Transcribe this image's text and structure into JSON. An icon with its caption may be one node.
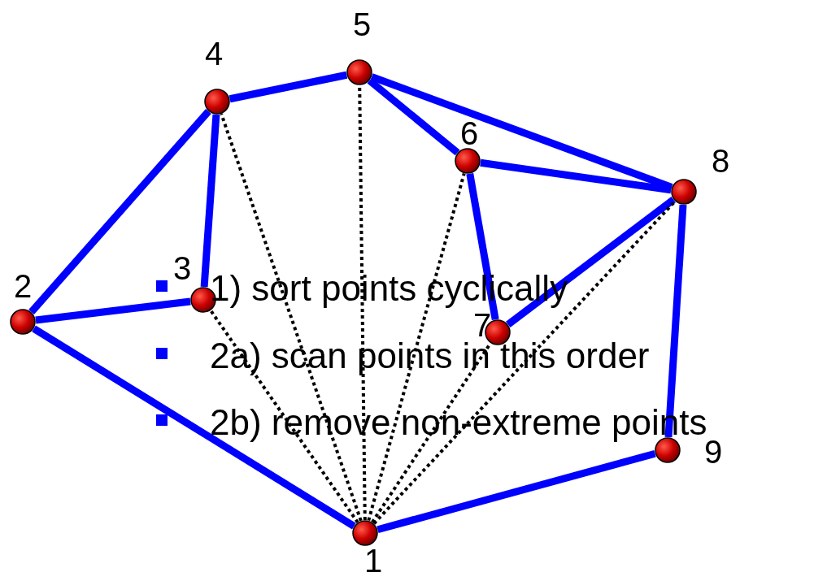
{
  "diagram": {
    "nodes": [
      {
        "text": [],
        "shape": "circle",
        "beside": [
          "1"
        ]
      },
      {
        "text": [],
        "shape": "circle",
        "beside": [
          "2"
        ]
      },
      {
        "text": [],
        "shape": "circle",
        "beside": [
          "3"
        ]
      },
      {
        "text": [],
        "shape": "circle",
        "beside": [
          "4"
        ]
      },
      {
        "text": [],
        "shape": "circle",
        "beside": [
          "5"
        ]
      },
      {
        "text": [],
        "shape": "circle",
        "beside": [
          "6"
        ]
      },
      {
        "text": [],
        "shape": "circle",
        "beside": [
          "7"
        ]
      },
      {
        "text": [],
        "shape": "circle",
        "beside": [
          "8"
        ]
      },
      {
        "text": [],
        "shape": "circle",
        "beside": [
          "9"
        ]
      }
    ],
    "edges": [
      {
        "from": 0,
        "to": 1,
        "arrow": "none"
      },
      {
        "from": 1,
        "to": 2,
        "arrow": "none"
      },
      {
        "from": 1,
        "to": 3,
        "arrow": "none"
      },
      {
        "from": 2,
        "to": 3,
        "arrow": "none"
      },
      {
        "from": 3,
        "to": 4,
        "arrow": "none"
      },
      {
        "from": 4,
        "to": 5,
        "arrow": "none"
      },
      {
        "from": 4,
        "to": 7,
        "arrow": "none"
      },
      {
        "from": 5,
        "to": 7,
        "arrow": "none"
      },
      {
        "from": 5,
        "to": 6,
        "arrow": "none"
      },
      {
        "from": 6,
        "to": 7,
        "arrow": "none"
      },
      {
        "from": 7,
        "to": 8,
        "arrow": "none"
      },
      {
        "from": 8,
        "to": 0,
        "arrow": "none"
      },
      {
        "from": 0,
        "to": 2,
        "arrow": "none",
        "style": "dashed",
        "color": "#000000"
      },
      {
        "from": 0,
        "to": 3,
        "arrow": "none",
        "style": "dashed",
        "color": "#000000"
      },
      {
        "from": 0,
        "to": 4,
        "arrow": "none",
        "style": "dashed",
        "color": "#000000"
      },
      {
        "from": 0,
        "to": 5,
        "arrow": "none",
        "style": "dashed",
        "color": "#000000"
      },
      {
        "from": 0,
        "to": 6,
        "arrow": "none",
        "style": "dashed",
        "color": "#000000"
      },
      {
        "from": 0,
        "to": 7,
        "arrow": "none",
        "style": "dashed",
        "color": "#000000"
      }
    ],
    "labels": [
      "1) sort points cyclically",
      "2a) scan points in this order",
      "2b) remove non-extreme points"
    ]
  }
}
